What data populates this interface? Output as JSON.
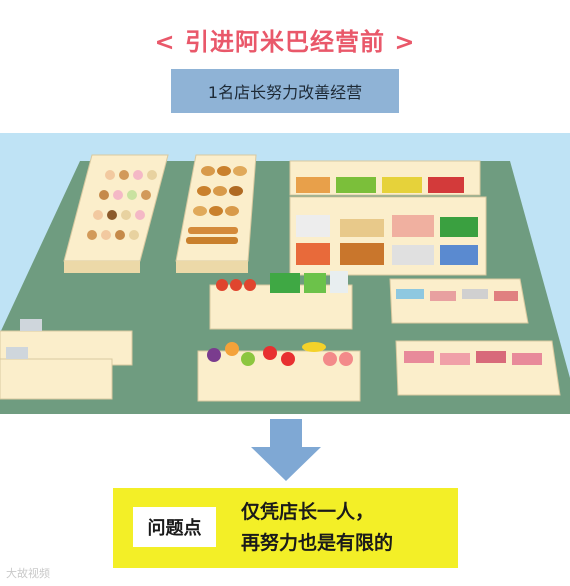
{
  "header": {
    "title": "< 引进阿米巴经营前 >",
    "subtitle": "1名店长努力改善经营"
  },
  "illustration": {
    "description_icon": "supermarket-floor-icon"
  },
  "result": {
    "label": "问题点",
    "line1": "仅凭店长一人，",
    "line2": "再努力也是有限的"
  },
  "watermark": "大故视频",
  "colors": {
    "title": "#e9586a",
    "subtitle_bg": "#8fb3d6",
    "sky": "#bfe3f5",
    "floor": "#6f9c80",
    "arrow": "#7fa8d4",
    "panel_bg": "#f3ef27"
  }
}
